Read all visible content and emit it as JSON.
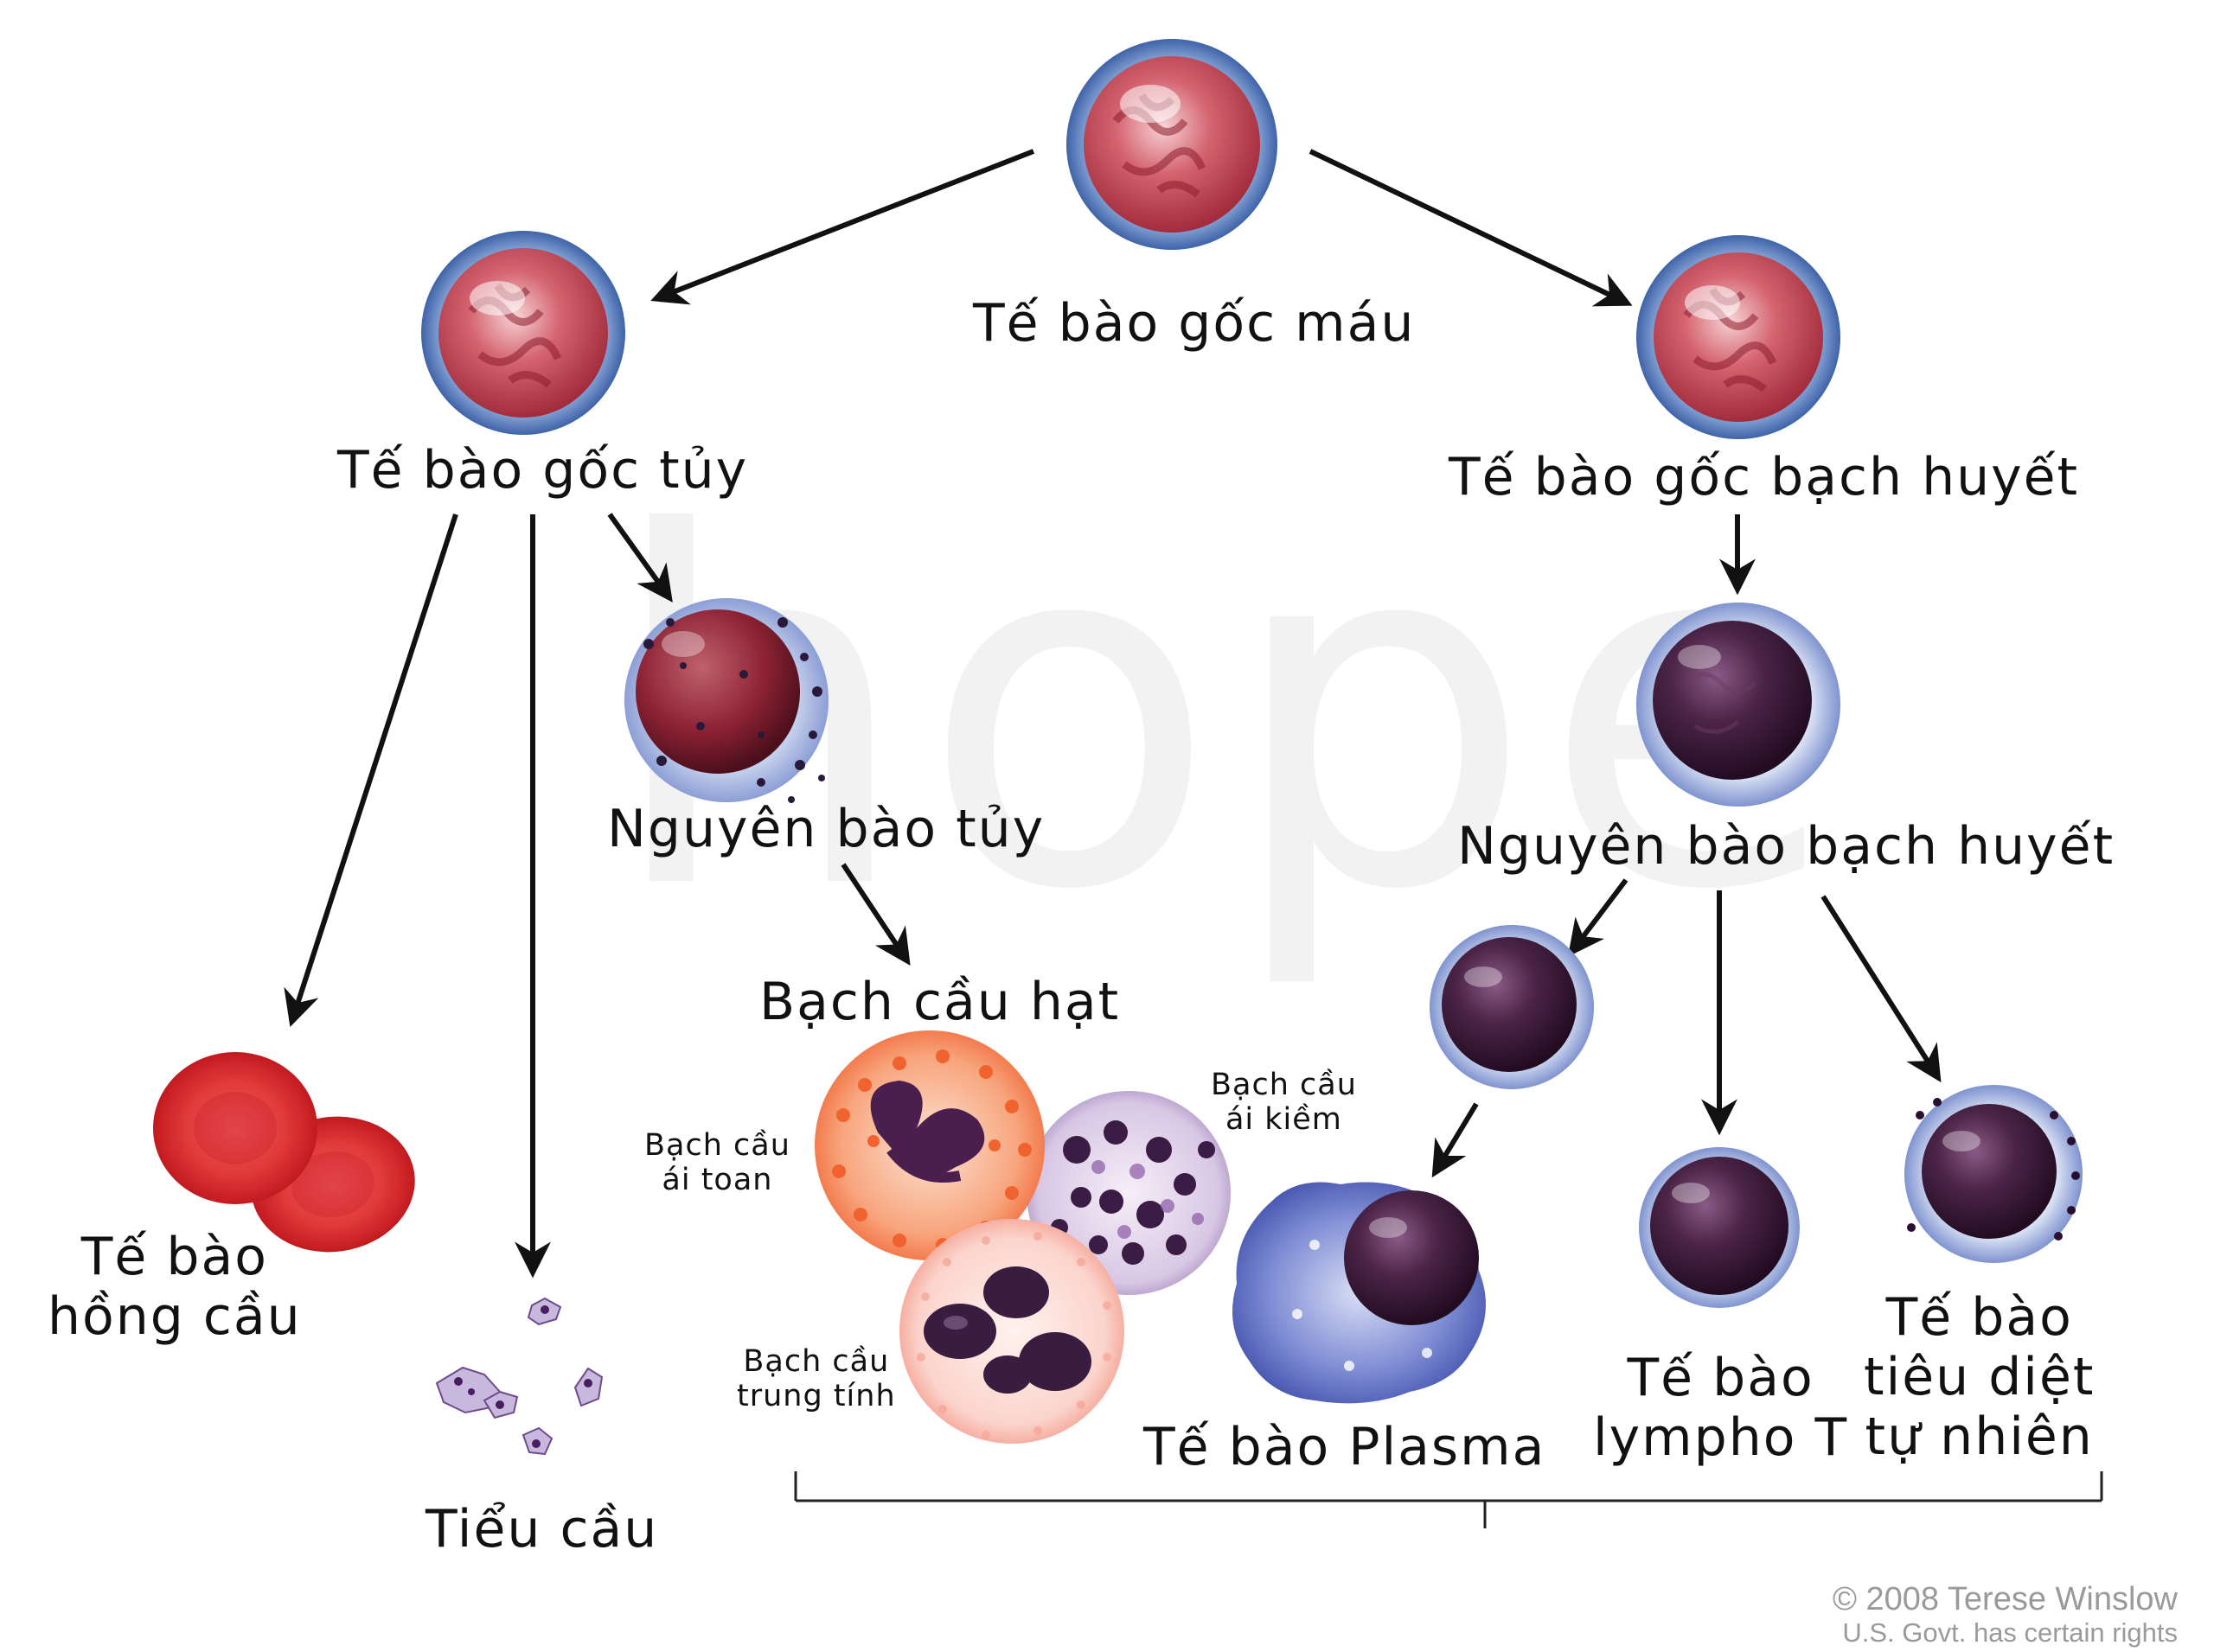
{
  "labels": {
    "hsc": "Tế bào gốc máu",
    "myeloid_stem": "Tế bào gốc tủy",
    "lymphoid_stem": "Tế bào gốc bạch huyết",
    "myeloblast": "Nguyên bào tủy",
    "lymphoblast": "Nguyên bào bạch huyết",
    "granulocytes": "Bạch cầu hạt",
    "eosinophil": [
      "Bạch cầu",
      "ái toan"
    ],
    "basophil": [
      "Bạch cầu",
      "ái kiềm"
    ],
    "neutrophil": [
      "Bạch cầu",
      "trung tính"
    ],
    "rbc": [
      "Tế bào",
      "hồng cầu"
    ],
    "platelets": "Tiểu cầu",
    "plasma": "Tế bào Plasma",
    "t_cell": [
      "Tế bào",
      "lympho T"
    ],
    "nk_cell": [
      "Tế bào",
      "tiêu diệt",
      "tự nhiên"
    ]
  },
  "watermark": "hope",
  "copyright": {
    "line1": "© 2008 Terese Winslow",
    "line2": "U.S. Govt. has certain rights"
  },
  "colors": {
    "stem_cell": "#c2404f",
    "stem_rim": "#5b82c4",
    "rbc": "#d42a2a",
    "lymph_nucleus": "#3a1a3c",
    "eosinophil_granules": "#f26a35",
    "arrow": "#111111"
  }
}
